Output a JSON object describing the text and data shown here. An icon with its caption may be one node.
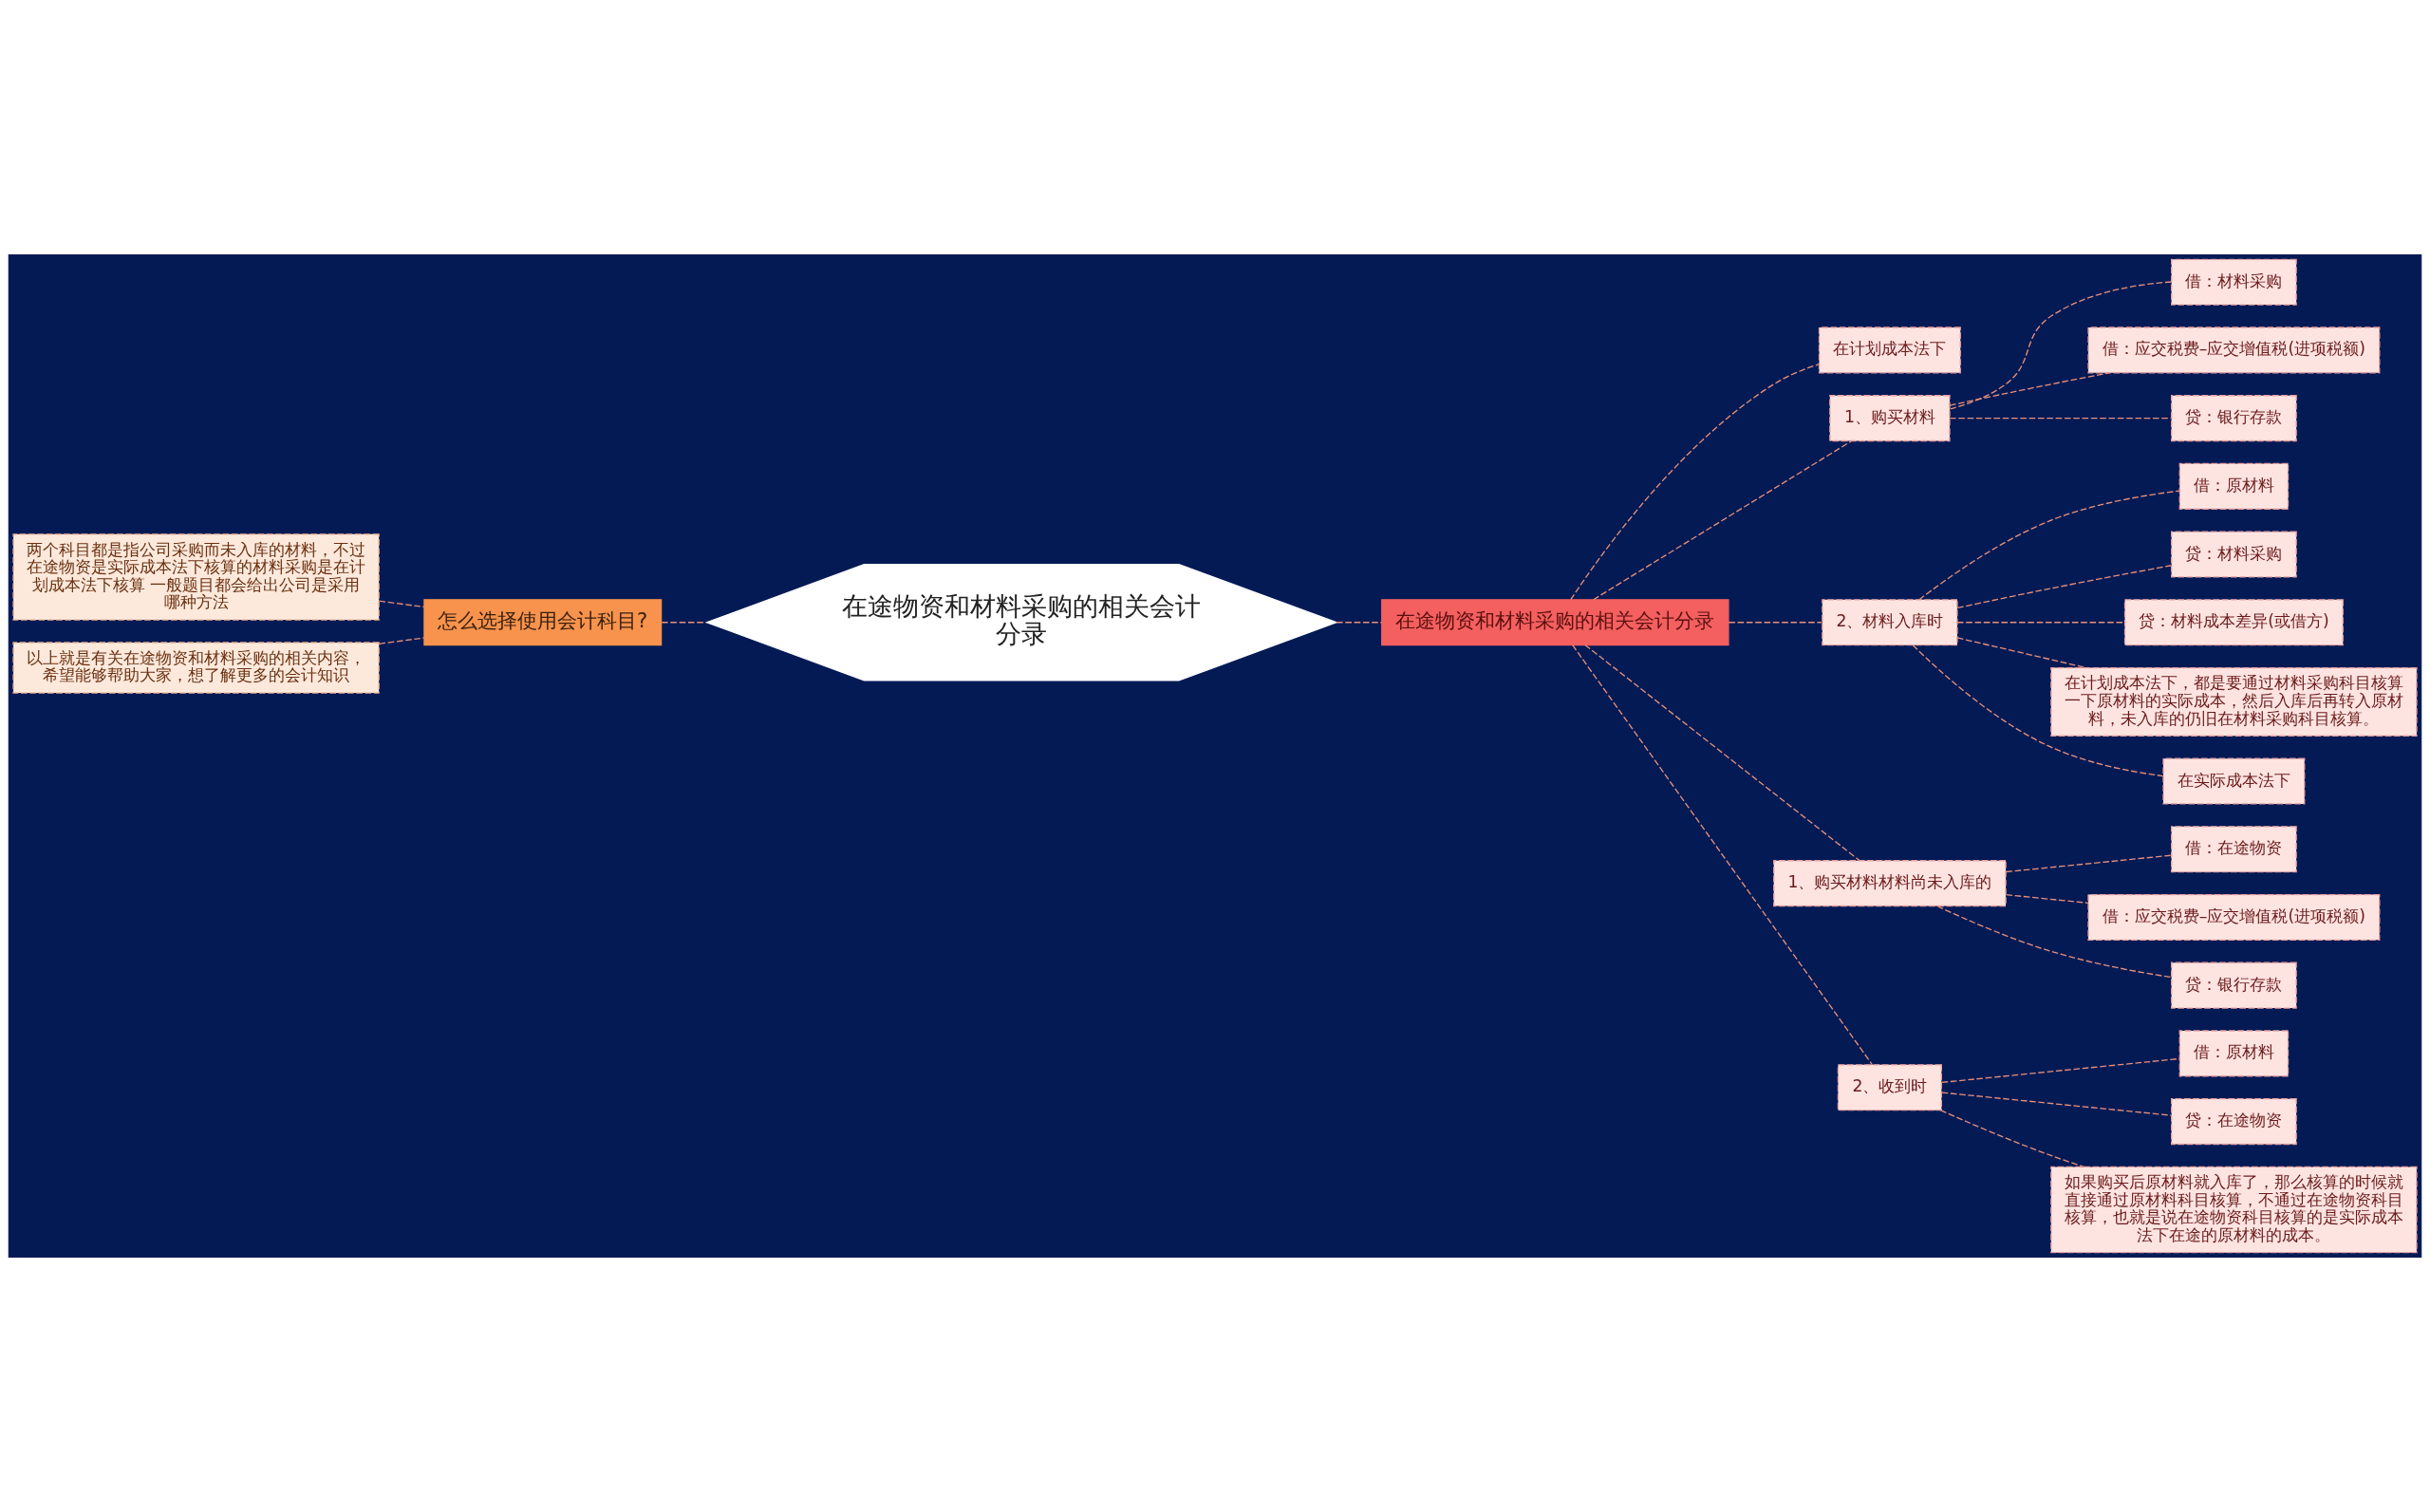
{
  "diagram": {
    "nodes": [
      {
        "text": [
          "在途物资和材料采购的相关会计分录"
        ]
      },
      {
        "text": [
          "怎么选择使用会计科目?"
        ]
      },
      {
        "text": [
          "两个科目都是指公司采购而未入库的材料，不过在途物资是实际成本法下核算的材料采购是在计划成本法下核算 一般题目都会给出公司是采用哪种方法"
        ]
      },
      {
        "text": [
          "以上就是有关在途物资和材料采购的相关内容，希望能够帮助大家，想了解更多的会计知识"
        ]
      },
      {
        "text": [
          "在途物资和材料采购的相关会计分录"
        ]
      },
      {
        "text": [
          "在计划成本法下"
        ]
      },
      {
        "text": [
          "1、购买材料"
        ]
      },
      {
        "text": [
          "借：材料采购"
        ]
      },
      {
        "text": [
          "借：应交税费–应交增值税(进项税额)"
        ]
      },
      {
        "text": [
          "贷：银行存款"
        ]
      },
      {
        "text": [
          "2、材料入库时"
        ]
      },
      {
        "text": [
          "借：原材料"
        ]
      },
      {
        "text": [
          "贷：材料采购"
        ]
      },
      {
        "text": [
          "贷：材料成本差异(或借方)"
        ]
      },
      {
        "text": [
          "在计划成本法下，都是要通过材料采购科目核算一下原材料的实际成本，然后入库后再转入原材料，未入库的仍旧在材料采购科目核算。"
        ]
      },
      {
        "text": [
          "在实际成本法下"
        ]
      },
      {
        "text": [
          "1、购买材料材料尚未入库的"
        ]
      },
      {
        "text": [
          "借：在途物资"
        ]
      },
      {
        "text": [
          "借：应交税费–应交增值税(进项税额)"
        ]
      },
      {
        "text": [
          "贷：银行存款"
        ]
      },
      {
        "text": [
          "2、收到时"
        ]
      },
      {
        "text": [
          "借：原材料"
        ]
      },
      {
        "text": [
          "贷：在途物资"
        ]
      },
      {
        "text": [
          "如果购买后原材料就入库了，那么核算的时候就直接通过原材料科目核算，不通过在途物资科目核算，也就是说在途物资科目核算的是实际成本法下在途的原材料的成本。"
        ]
      }
    ],
    "edges": [
      {
        "from": 0,
        "to": 1,
        "arrow": "none"
      },
      {
        "from": 1,
        "to": 2,
        "arrow": "none"
      },
      {
        "from": 1,
        "to": 3,
        "arrow": "none"
      },
      {
        "from": 0,
        "to": 4,
        "arrow": "none"
      },
      {
        "from": 4,
        "to": 5,
        "arrow": "none"
      },
      {
        "from": 4,
        "to": 6,
        "arrow": "none"
      },
      {
        "from": 6,
        "to": 7,
        "arrow": "none"
      },
      {
        "from": 6,
        "to": 8,
        "arrow": "none"
      },
      {
        "from": 6,
        "to": 9,
        "arrow": "none"
      },
      {
        "from": 4,
        "to": 10,
        "arrow": "none"
      },
      {
        "from": 10,
        "to": 11,
        "arrow": "none"
      },
      {
        "from": 10,
        "to": 12,
        "arrow": "none"
      },
      {
        "from": 10,
        "to": 13,
        "arrow": "none"
      },
      {
        "from": 10,
        "to": 14,
        "arrow": "none"
      },
      {
        "from": 10,
        "to": 15,
        "arrow": "none"
      },
      {
        "from": 4,
        "to": 16,
        "arrow": "none"
      },
      {
        "from": 16,
        "to": 17,
        "arrow": "none"
      },
      {
        "from": 16,
        "to": 18,
        "arrow": "none"
      },
      {
        "from": 16,
        "to": 19,
        "arrow": "none"
      },
      {
        "from": 4,
        "to": 20,
        "arrow": "none"
      },
      {
        "from": 20,
        "to": 21,
        "arrow": "none"
      },
      {
        "from": 20,
        "to": 22,
        "arrow": "none"
      },
      {
        "from": 20,
        "to": 23,
        "arrow": "none"
      }
    ]
  }
}
